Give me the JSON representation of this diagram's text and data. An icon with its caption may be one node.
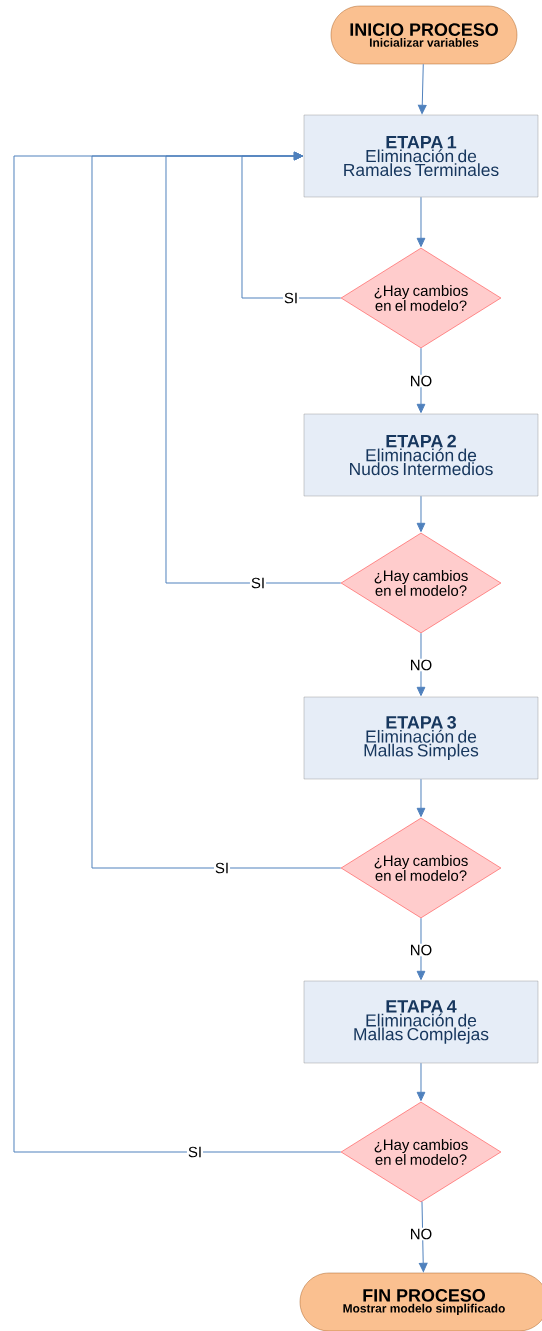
{
  "diagram": {
    "nodes": [
      {
        "text": [
          "INICIO PROCESO",
          "Inicializar variables"
        ]
      },
      {
        "text": [
          "ETAPA 1",
          "Eliminación de Ramales Terminales"
        ]
      },
      {
        "text": [
          "¿Hay cambios en el modelo?"
        ]
      },
      {
        "text": [
          "ETAPA 2",
          "Eliminación de Nudos Intermedios"
        ]
      },
      {
        "text": [
          "¿Hay cambios en el modelo?"
        ]
      },
      {
        "text": [
          "ETAPA 3",
          "Eliminación de Mallas Simples"
        ]
      },
      {
        "text": [
          "¿Hay cambios en el modelo?"
        ]
      },
      {
        "text": [
          "ETAPA 4",
          "Eliminación de Mallas Complejas"
        ]
      },
      {
        "text": [
          "¿Hay cambios en el modelo?"
        ]
      },
      {
        "text": [
          "FIN PROCESO",
          "Mostrar modelo simplificado"
        ]
      }
    ],
    "edges": [
      {
        "from": 0,
        "to": 1,
        "arrow": "to"
      },
      {
        "from": 1,
        "to": 2,
        "arrow": "to"
      },
      {
        "from": 2,
        "to": 1,
        "arrow": "to",
        "label": "SI"
      },
      {
        "from": 2,
        "to": 3,
        "arrow": "to",
        "label": "NO"
      },
      {
        "from": 3,
        "to": 4,
        "arrow": "to"
      },
      {
        "from": 4,
        "to": 1,
        "arrow": "to",
        "label": "SI"
      },
      {
        "from": 4,
        "to": 5,
        "arrow": "to",
        "label": "NO"
      },
      {
        "from": 5,
        "to": 6,
        "arrow": "to"
      },
      {
        "from": 6,
        "to": 1,
        "arrow": "to",
        "label": "SI"
      },
      {
        "from": 6,
        "to": 7,
        "arrow": "to",
        "label": "NO"
      },
      {
        "from": 7,
        "to": 8,
        "arrow": "to"
      },
      {
        "from": 8,
        "to": 1,
        "arrow": "to",
        "label": "SI"
      },
      {
        "from": 8,
        "to": 9,
        "arrow": "to",
        "label": "NO"
      }
    ]
  }
}
